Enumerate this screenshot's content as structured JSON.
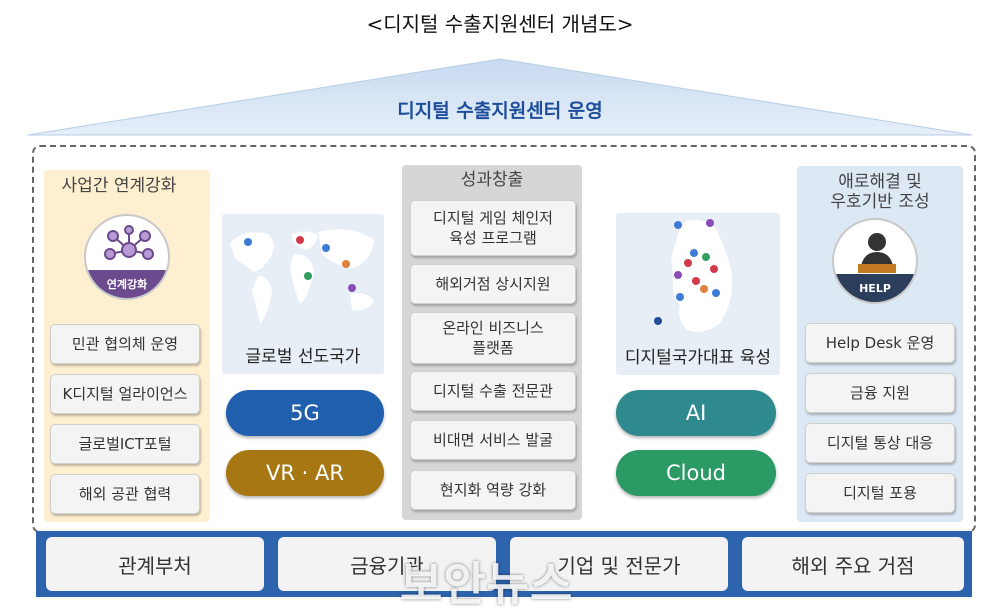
{
  "title": "<디지털 수출지원센터 개념도>",
  "roof": {
    "label": "디지털 수출지원센터 운영"
  },
  "col1": {
    "header": "사업간 연계강화",
    "badge": "연계강화",
    "items": [
      "민관 협의체 운영",
      "K디지털 얼라이언스",
      "글로벌ICT포털",
      "해외 공관 협력"
    ]
  },
  "col2": {
    "map_label": "글로벌 선도국가",
    "tech": [
      "5G",
      "VR · AR"
    ]
  },
  "col3": {
    "header": "성과창출",
    "items": [
      [
        "디지털 게임 체인저",
        "육성 프로그램"
      ],
      [
        "해외거점 상시지원"
      ],
      [
        "온라인 비즈니스",
        "플랫폼"
      ],
      [
        "디지털 수출 전문관"
      ],
      [
        "비대면 서비스 발굴"
      ],
      [
        "현지화 역량 강화"
      ]
    ]
  },
  "col4": {
    "map_label": "디지털국가대표 육성",
    "tech": [
      "AI",
      "Cloud"
    ]
  },
  "col5": {
    "header": [
      "애로해결 및",
      "우호기반 조성"
    ],
    "badge": "HELP",
    "items": [
      "Help Desk 운영",
      "금융 지원",
      "디지털 통상 대응",
      "디지털 포용"
    ]
  },
  "bottom": [
    "관계부처",
    "금융기관",
    "기업 및 전문가",
    "해외 주요 거점"
  ],
  "watermark": "보안뉴스",
  "colors": {
    "roof_fill": "#d4e3f3",
    "roof_text": "#1f4e9a",
    "col1_bg": "#fdefcf",
    "col3_bg": "#d6d6d6",
    "col5_bg": "#dce8f4",
    "blue_pill": "#1f5fae",
    "brown_pill": "#a77713",
    "teal_pill": "#2e8a8f",
    "green_pill": "#2c9a64",
    "bottom_bar": "#2d63ad"
  },
  "icons": [
    "network-icon",
    "helpdesk-person-icon",
    "world-map",
    "korea-map",
    "map-pin-icon"
  ]
}
